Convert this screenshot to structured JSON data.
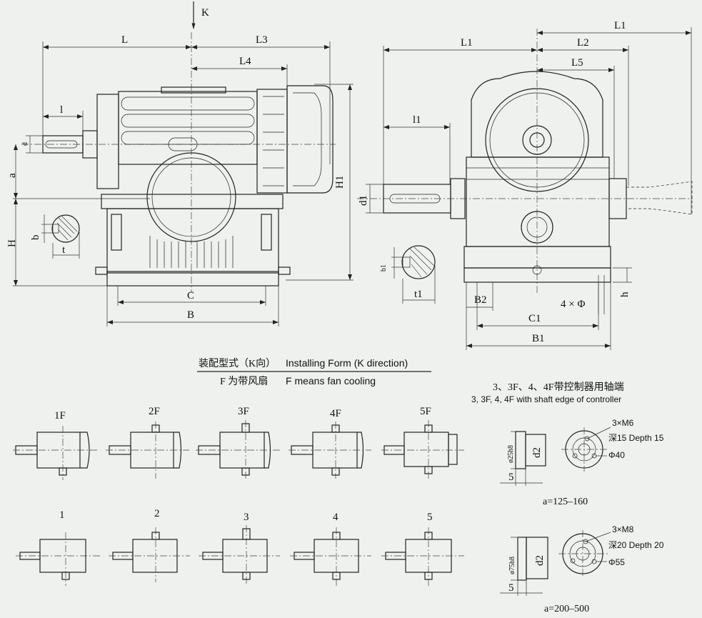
{
  "front_view": {
    "labels": {
      "k": "K",
      "L": "L",
      "L3": "L3",
      "L4": "L4",
      "l": "l",
      "d": "d",
      "a": "a",
      "H1": "H1",
      "H": "H",
      "b": "b",
      "t": "t",
      "C": "C",
      "B": "B"
    }
  },
  "side_view": {
    "labels": {
      "L1a": "L1",
      "L1b": "L1",
      "L2": "L2",
      "L5": "L5",
      "l1": "l1",
      "d1": "d1",
      "b1": "b1",
      "t1": "t1",
      "B2": "B2",
      "phi": "4 × Φ",
      "h": "h",
      "C1": "C1",
      "B1": "B1"
    }
  },
  "install_form": {
    "zh_title": "装配型式（K向）",
    "en_title": "Installing Form (K direction)",
    "zh_note": "F 为带风扇",
    "en_note": "F means fan cooling",
    "fan_forms": [
      "1F",
      "2F",
      "3F",
      "4F",
      "5F"
    ],
    "plain_forms": [
      "1",
      "2",
      "3",
      "4",
      "5"
    ]
  },
  "controller": {
    "zh_title": "3、3F、4、4F带控制器用轴端",
    "en_title": "3, 3F, 4, 4F with shaft edge of controller",
    "detail1": {
      "dia": "ø25h8",
      "d2": "d2",
      "five": "5",
      "thread": "3×M6",
      "depth": "深15 Depth 15",
      "circle": "Φ40",
      "range": "a=125–160"
    },
    "detail2": {
      "dia": "ø75h8",
      "d2": "d2",
      "five": "5",
      "thread": "3×M8",
      "depth": "深20 Depth 20",
      "circle": "Φ55",
      "range": "a=200–500"
    }
  }
}
